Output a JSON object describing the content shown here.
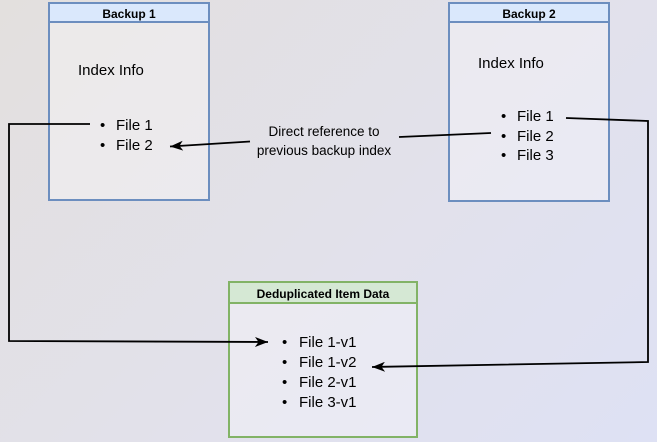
{
  "colors": {
    "blue_fill": "#dae8fc",
    "blue_border": "#6c8ebf",
    "green_fill": "#d5e8d4",
    "green_border": "#82b366",
    "arrow": "#000000",
    "bg_start": "#e3e0de",
    "bg_mid": "#e2e1eb",
    "bg_end": "#dee1f4",
    "box_body_fill": "rgba(255,255,255,0.32)"
  },
  "backup1": {
    "title": "Backup 1",
    "label": "Index Info",
    "files": [
      "File 1",
      "File 2"
    ]
  },
  "backup2": {
    "title": "Backup 2",
    "label": "Index Info",
    "files": [
      "File 1",
      "File 2",
      "File 3"
    ]
  },
  "dedup": {
    "title": "Deduplicated Item Data",
    "files": [
      "File 1-v1",
      "File 1-v2",
      "File 2-v1",
      "File 3-v1"
    ]
  },
  "annotation": {
    "line1": "Direct reference to",
    "line2": "previous backup index"
  }
}
